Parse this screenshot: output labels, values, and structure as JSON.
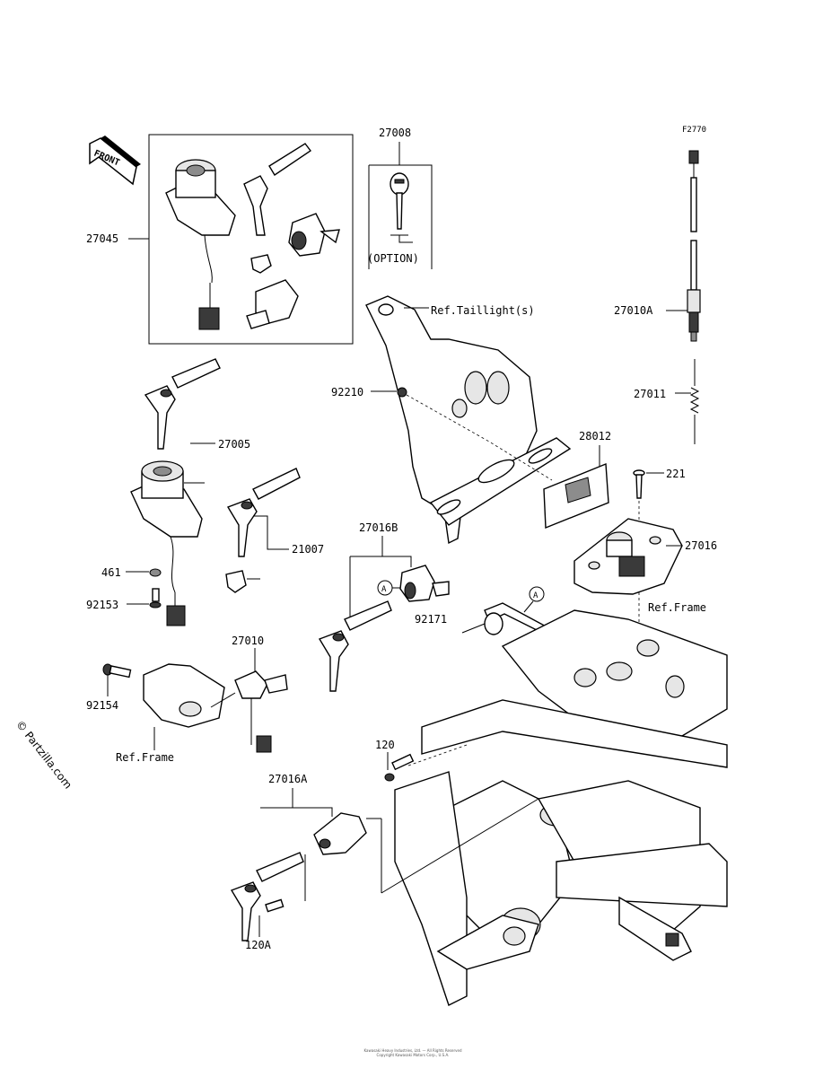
{
  "diagram_code": "F2770",
  "front_arrow_label": "FRONT",
  "callouts": {
    "p27045": "27045",
    "p27008": "27008",
    "option": "(OPTION)",
    "ref_taillights": "Ref.Taillight(s)",
    "p27010A": "27010A",
    "p27011": "27011",
    "p92210": "92210",
    "p27005": "27005",
    "p28012": "28012",
    "p221": "221",
    "p21007": "21007",
    "p27016B": "27016B",
    "p27016": "27016",
    "p461": "461",
    "p92153": "92153",
    "p92171": "92171",
    "ref_frame_right": "Ref.Frame",
    "p27010": "27010",
    "p92154": "92154",
    "ref_frame_left": "Ref.Frame",
    "p120": "120",
    "p27016A": "27016A",
    "p120A": "120A",
    "marker_a1": "A",
    "marker_a2": "A"
  },
  "watermark": "© Partzilla.com",
  "footer_notes": [
    "Kawasaki Heavy Industries, Ltd. — All Rights Reserved",
    "Copyright Kawasaki Motors Corp., U.S.A."
  ]
}
